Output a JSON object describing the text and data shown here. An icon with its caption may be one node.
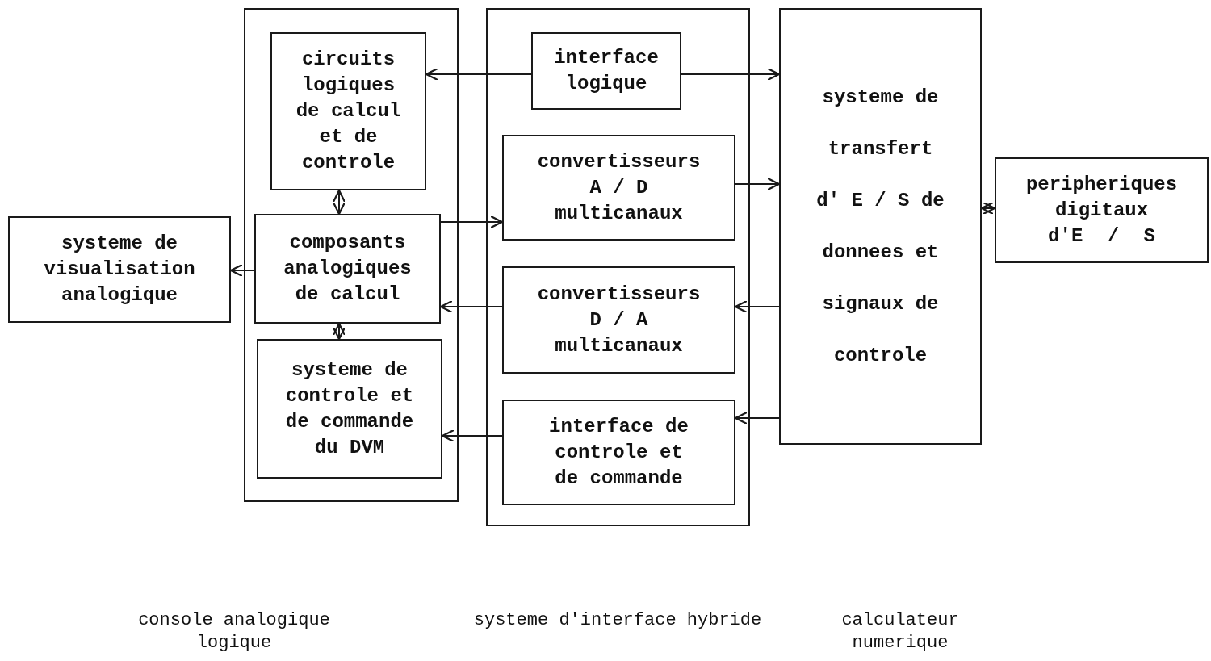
{
  "diagram": {
    "nodes": [
      {
        "text": [
          "systeme de visualisation analogique"
        ]
      },
      {
        "text": [],
        "shape": "box"
      },
      {
        "text": [
          "circuits logiques de calcul et de controle"
        ],
        "in": 1
      },
      {
        "text": [
          "composants analogiques de calcul"
        ],
        "in": 1
      },
      {
        "text": [
          "systeme de controle et de commande du DVM"
        ],
        "in": 1
      },
      {
        "text": [],
        "shape": "box"
      },
      {
        "text": [
          "interface logique"
        ],
        "in": 5
      },
      {
        "text": [
          "convertisseurs A / D multicanaux"
        ],
        "in": 5
      },
      {
        "text": [
          "convertisseurs D / A multicanaux"
        ],
        "in": 5
      },
      {
        "text": [
          "interface de controle et de commande"
        ],
        "in": 5
      },
      {
        "text": [
          "systeme de transfert d' E / S de donnees et signaux de controle"
        ]
      },
      {
        "text": [
          "peripheriques digitaux d'E / S"
        ]
      }
    ],
    "edges": [
      {
        "from": 6,
        "to": 2,
        "arrow": "to"
      },
      {
        "from": 6,
        "to": 10,
        "arrow": "to"
      },
      {
        "from": 2,
        "to": 3,
        "arrow": "both"
      },
      {
        "from": 3,
        "to": 0,
        "arrow": "to"
      },
      {
        "from": 3,
        "to": 7,
        "arrow": "to"
      },
      {
        "from": 7,
        "to": 10,
        "arrow": "to"
      },
      {
        "from": 8,
        "to": 3,
        "arrow": "to"
      },
      {
        "from": 10,
        "to": 8,
        "arrow": "to"
      },
      {
        "from": 3,
        "to": 4,
        "arrow": "both"
      },
      {
        "from": 9,
        "to": 4,
        "arrow": "to"
      },
      {
        "from": 10,
        "to": 9,
        "arrow": "to"
      },
      {
        "from": 10,
        "to": 11,
        "arrow": "both"
      }
    ],
    "labels": [
      "console analogique logique",
      "systeme d'interface hybride",
      "calculateur numerique"
    ]
  }
}
